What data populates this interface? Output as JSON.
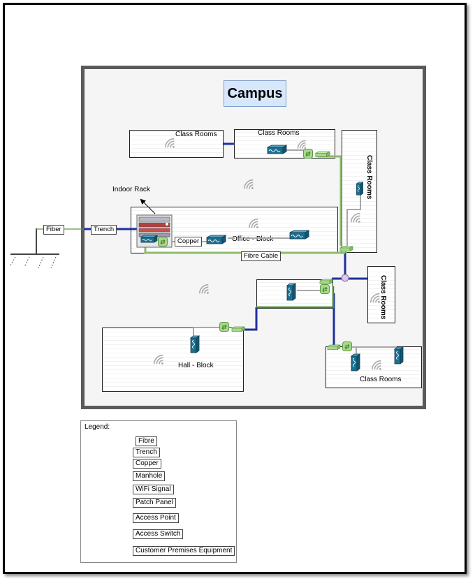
{
  "campus": {
    "title": "Campus"
  },
  "buildings": {
    "class_rooms_1": "Class Rooms",
    "class_rooms_2": "Class Rooms",
    "class_rooms_3": "Class Rooms",
    "class_rooms_4": "Class Rooms",
    "class_rooms_5": "Class Rooms",
    "office_block": "Office - Block",
    "hall_block": "Hall - Block"
  },
  "labels": {
    "indoor_rack": "Indoor Rack",
    "fiber": "Fiber",
    "trench": "Trench",
    "copper": "Copper",
    "fibre_cable": "Fibre Cable"
  },
  "legend": {
    "title": "Legend:",
    "items": [
      {
        "label": "Fibre",
        "icon": "fibre-line",
        "color": "#86b56b"
      },
      {
        "label": "Trench",
        "icon": "trench-line",
        "color": "#1f2f9c"
      },
      {
        "label": "Copper",
        "icon": "copper-line",
        "color": "#a0a0a0"
      },
      {
        "label": "Manhole",
        "icon": "manhole-icon",
        "color": "#dcc8e8"
      },
      {
        "label": "WiFi Signal",
        "icon": "wifi-icon",
        "color": "#999999"
      },
      {
        "label": "Patch Panel",
        "icon": "patch-panel-icon",
        "color": "#a8d98a"
      },
      {
        "label": "Access Point",
        "icon": "access-point-icon",
        "color": "#1c6f8f"
      },
      {
        "label": "Access Switch",
        "icon": "access-switch-icon",
        "color": "#a8d98a"
      },
      {
        "label": "Customer Premises Equipment",
        "icon": "cpe-icon",
        "color": "#1c6f8f"
      }
    ]
  }
}
